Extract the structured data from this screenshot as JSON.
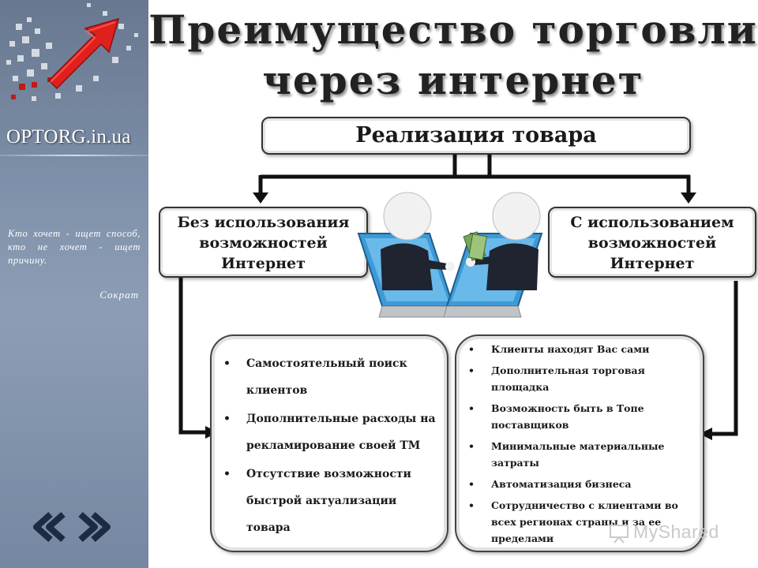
{
  "sidebar": {
    "brand": "OPTORG.in.ua",
    "quote": "Кто хочет - ищет способ, кто не хочет - ищет причину.",
    "author": "Сократ"
  },
  "title": {
    "line1": "Преимущество торговли",
    "line2": "через интернет"
  },
  "diagram": {
    "root": "Реализация товара",
    "left_branch": [
      "Без использования",
      "возможностей",
      "Интернет"
    ],
    "right_branch": [
      "С использованием",
      "возможностей",
      "Интернет"
    ],
    "left_items": [
      "Самостоятельный поиск клиентов",
      "Дополнительные расходы на рекламирование своей ТМ",
      "Отсутствие возможности быстрой актуализации товара"
    ],
    "right_items": [
      "Клиенты находят Вас сами",
      "Дополнительная торговая площадка",
      "Возможность быть в Топе поставщиков",
      "Минимальные материальные затраты",
      "Автоматизация бизнеса",
      "Сотрудничество с клиентами во всех регионах страны и за ее пределами"
    ]
  },
  "watermark": "MyShared",
  "colors": {
    "sidebar": "#7d8fa8",
    "accent_red": "#e0201c",
    "arrow_dark": "#1c2a44",
    "line": "#111111"
  },
  "icons": {
    "prev": "double-chevron-left-icon",
    "next": "double-chevron-right-icon"
  }
}
